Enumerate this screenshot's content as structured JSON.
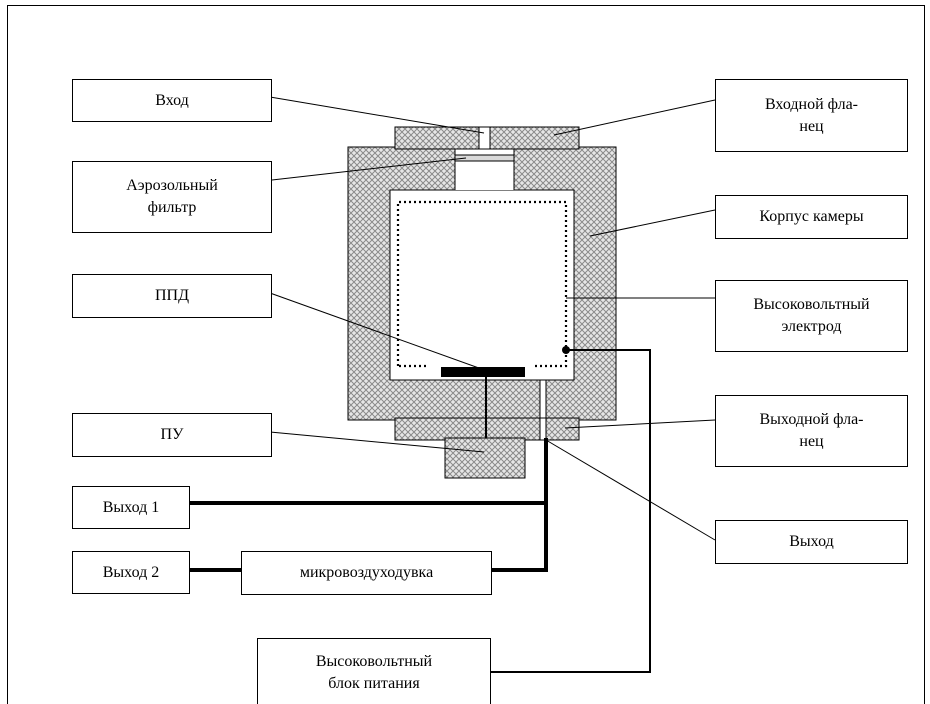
{
  "labels": {
    "vhod": "Вход",
    "aerozolnyi_filtr": "Аэрозольный\nфильтр",
    "ppd": "ППД",
    "pu": "ПУ",
    "vyhod_1": "Выход 1",
    "vyhod_2": "Выход 2",
    "mikrovozduhoduvka": "микровоздуходувка",
    "vysokovoltnyi_blok": "Высоковольтный\nблок питания",
    "vhodnoi_flanec": "Входной фла-\nнец",
    "korpus_kamery": "Корпус камеры",
    "vysokovoltnyi_elektrod": "Высоковольтный\nэлектрод",
    "vyhodnoi_flanec": "Выходной фла-\nнец",
    "vyhod": "Выход"
  },
  "colors": {
    "line": "#000000",
    "hatch_fill": "#8a8a8a",
    "hatch_bg": "#e6e6e6"
  }
}
